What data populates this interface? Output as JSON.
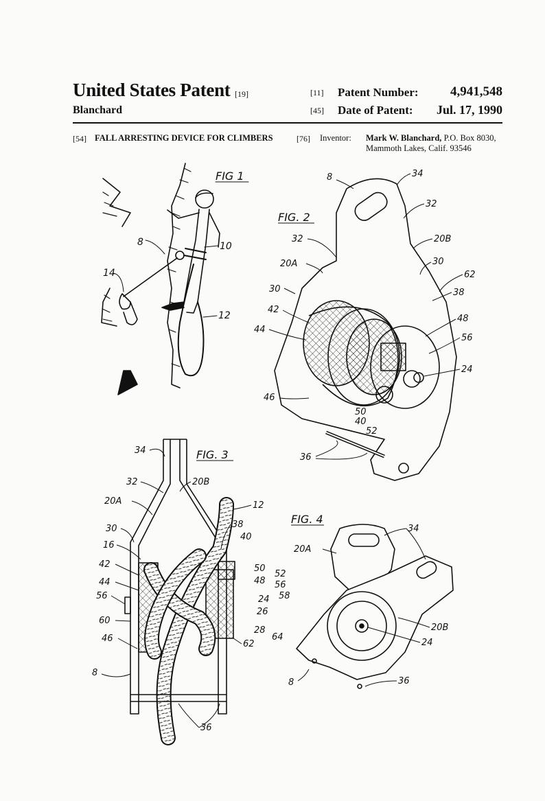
{
  "header": {
    "title": "United States Patent",
    "title_code": "[19]",
    "inventor_surname": "Blanchard",
    "patent_number_code": "[11]",
    "patent_number_label": "Patent Number:",
    "patent_number": "4,941,548",
    "date_code": "[45]",
    "date_label": "Date of Patent:",
    "date": "Jul. 17, 1990"
  },
  "biblio": {
    "title_code": "[54]",
    "invention_title": "FALL ARRESTING DEVICE FOR CLIMBERS",
    "inventor_code": "[76]",
    "inventor_label": "Inventor:",
    "inventor_name": "Mark W. Blanchard,",
    "address_line1": "P.O. Box 8030,",
    "address_line2": "Mammoth Lakes, Calif. 93546"
  },
  "figures": {
    "fig1": {
      "label": "FIG 1",
      "refs": [
        "8",
        "10",
        "14",
        "12"
      ]
    },
    "fig2": {
      "label": "FIG. 2",
      "refs": [
        "8",
        "34",
        "32",
        "32",
        "20B",
        "20A",
        "30",
        "30",
        "62",
        "38",
        "42",
        "48",
        "44",
        "56",
        "24",
        "46",
        "50",
        "40",
        "52",
        "36"
      ]
    },
    "fig3": {
      "label": "FIG. 3",
      "refs": [
        "34",
        "32",
        "20B",
        "20A",
        "12",
        "30",
        "38",
        "40",
        "16",
        "42",
        "50",
        "52",
        "48",
        "56",
        "44",
        "58",
        "56",
        "24",
        "26",
        "60",
        "28",
        "64",
        "46",
        "62",
        "8",
        "36"
      ]
    },
    "fig4": {
      "label": "FIG. 4",
      "refs": [
        "34",
        "20A",
        "20B",
        "24",
        "8",
        "36"
      ]
    }
  }
}
